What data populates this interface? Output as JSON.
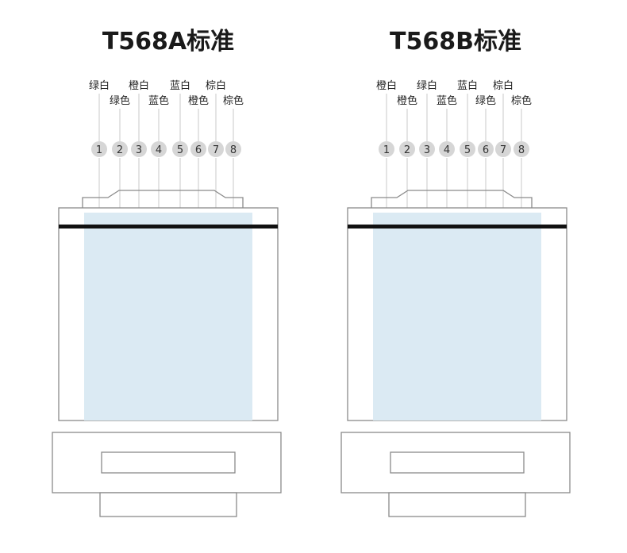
{
  "colors": {
    "green": "#1a9a46",
    "orange": "#f28118",
    "blue": "#1ba1e2",
    "brown": "#a67c5b",
    "white": "#ffffff",
    "contact": "#e2a84a",
    "contact_core": "#f7d68a",
    "housing_stroke": "#8a8a8a",
    "window_fill": "#dbeaf3",
    "bar": "#111111",
    "pin_circle": "#d6d6d6"
  },
  "diagrams": [
    {
      "title": "T568A标准",
      "pins": [
        {
          "number": "1",
          "label": "绿白",
          "color": "green",
          "striped": true
        },
        {
          "number": "2",
          "label": "绿色",
          "color": "green",
          "striped": false
        },
        {
          "number": "3",
          "label": "橙白",
          "color": "orange",
          "striped": true
        },
        {
          "number": "4",
          "label": "蓝色",
          "color": "blue",
          "striped": false
        },
        {
          "number": "5",
          "label": "蓝白",
          "color": "blue",
          "striped": true
        },
        {
          "number": "6",
          "label": "橙色",
          "color": "orange",
          "striped": false
        },
        {
          "number": "7",
          "label": "棕白",
          "color": "brown",
          "striped": true
        },
        {
          "number": "8",
          "label": "棕色",
          "color": "brown",
          "striped": false
        }
      ]
    },
    {
      "title": "T568B标准",
      "pins": [
        {
          "number": "1",
          "label": "橙白",
          "color": "orange",
          "striped": true
        },
        {
          "number": "2",
          "label": "橙色",
          "color": "orange",
          "striped": false
        },
        {
          "number": "3",
          "label": "绿白",
          "color": "green",
          "striped": true
        },
        {
          "number": "4",
          "label": "蓝色",
          "color": "blue",
          "striped": false
        },
        {
          "number": "5",
          "label": "蓝白",
          "color": "blue",
          "striped": true
        },
        {
          "number": "6",
          "label": "绿色",
          "color": "green",
          "striped": false
        },
        {
          "number": "7",
          "label": "棕白",
          "color": "brown",
          "striped": true
        },
        {
          "number": "8",
          "label": "棕色",
          "color": "brown",
          "striped": false
        }
      ]
    }
  ]
}
